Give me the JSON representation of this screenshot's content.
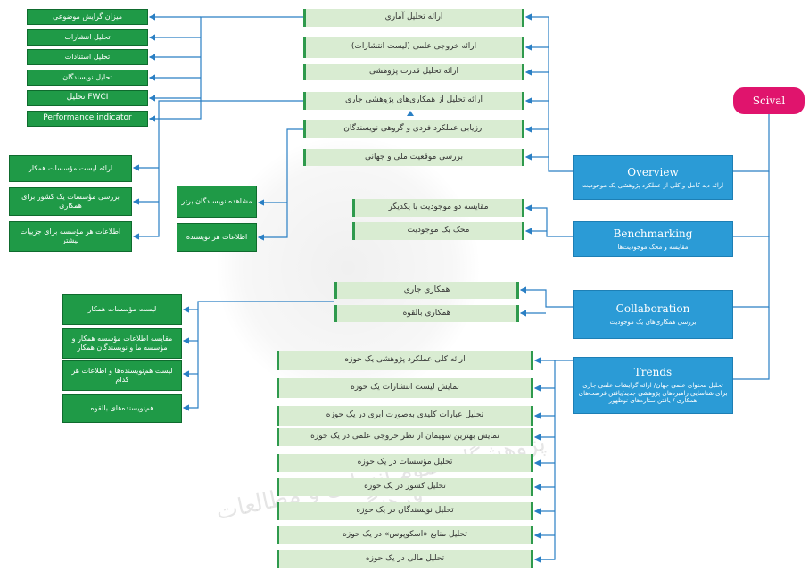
{
  "root": "Scival",
  "branches": {
    "overview": {
      "title": "Overview",
      "subtitle": "ارائه دید کامل و کلی از عملکرد پژوهشی یک موجودیت",
      "items": [
        "ارائه تحلیل آماری",
        "ارائه خروجی علمی (لیست انتشارات)",
        "ارائه تحلیل قدرت پژوهشی",
        "ارائه تحلیل از همکاری‌های پژوهشی جاری",
        "ارزیابی عملکرد فردی و گروهی نویسندگان",
        "بررسی موقعیت ملی و جهانی"
      ]
    },
    "benchmarking": {
      "title": "Benchmarking",
      "subtitle": "مقایسه و محک موجودیت‌ها",
      "items": [
        "مقایسه دو موجودیت با یکدیگر",
        "محک یک موجودیت"
      ]
    },
    "collaboration": {
      "title": "Collaboration",
      "subtitle": "بررسی همکاری‌های یک موجودیت",
      "items": [
        "همکاری جاری",
        "همکاری بالقوه"
      ]
    },
    "trends": {
      "title": "Trends",
      "subtitle": "تحلیل محتوای علمی جهان/ ارائه گرایشات علمی جاری برای شناسایی ‌راهبردهای پژوهشی جدید/یافتن فرصت‌های همکاری / یافتن ستاره‌های نوظهور",
      "items": [
        "ارائه کلی عملکرد پژوهشی یک حوزه",
        "نمایش لیست انتشارات یک حوزه",
        "تحلیل عبارات کلیدی به‌صورت ابری در یک حوزه",
        "نمایش بهترین سهیمان از نظر خروجی علمی در یک حوزه",
        "تحلیل مؤسسات در یک حوزه",
        "تحلیل کشور در یک حوزه",
        "تحلیل نویسندگان در یک حوزه",
        "تحلیل منابع «اسکوپوس» در یک حوزه",
        "تحلیل مالی در یک حوزه"
      ]
    }
  },
  "details": {
    "statistical": [
      "میزان گرایش موضوعی",
      "تحلیل انتشارات",
      "تحلیل استنادات",
      "تحلیل نویسندگان",
      "FWCI تحلیل",
      "Performance indicator"
    ],
    "collab_overview": [
      "ارائه لیست مؤسسات همکار",
      "بررسی مؤسسات یک کشور برای همکاری",
      "اطلاعات هر مؤسسه برای جزییات بیشتر"
    ],
    "authors": [
      "مشاهده نویسندگان برتر",
      "اطلاعات هر نویسنده"
    ],
    "collab_details": [
      "لیست مؤسسات همکار",
      "مقایسه اطلاعات مؤسسه همکار و مؤسسه ما و نویسندگان همکار",
      "لیست هم‌نویسنده‌ها و اطلاعات هر کدام",
      "هم‌نویسنده‌های بالقوه"
    ]
  }
}
